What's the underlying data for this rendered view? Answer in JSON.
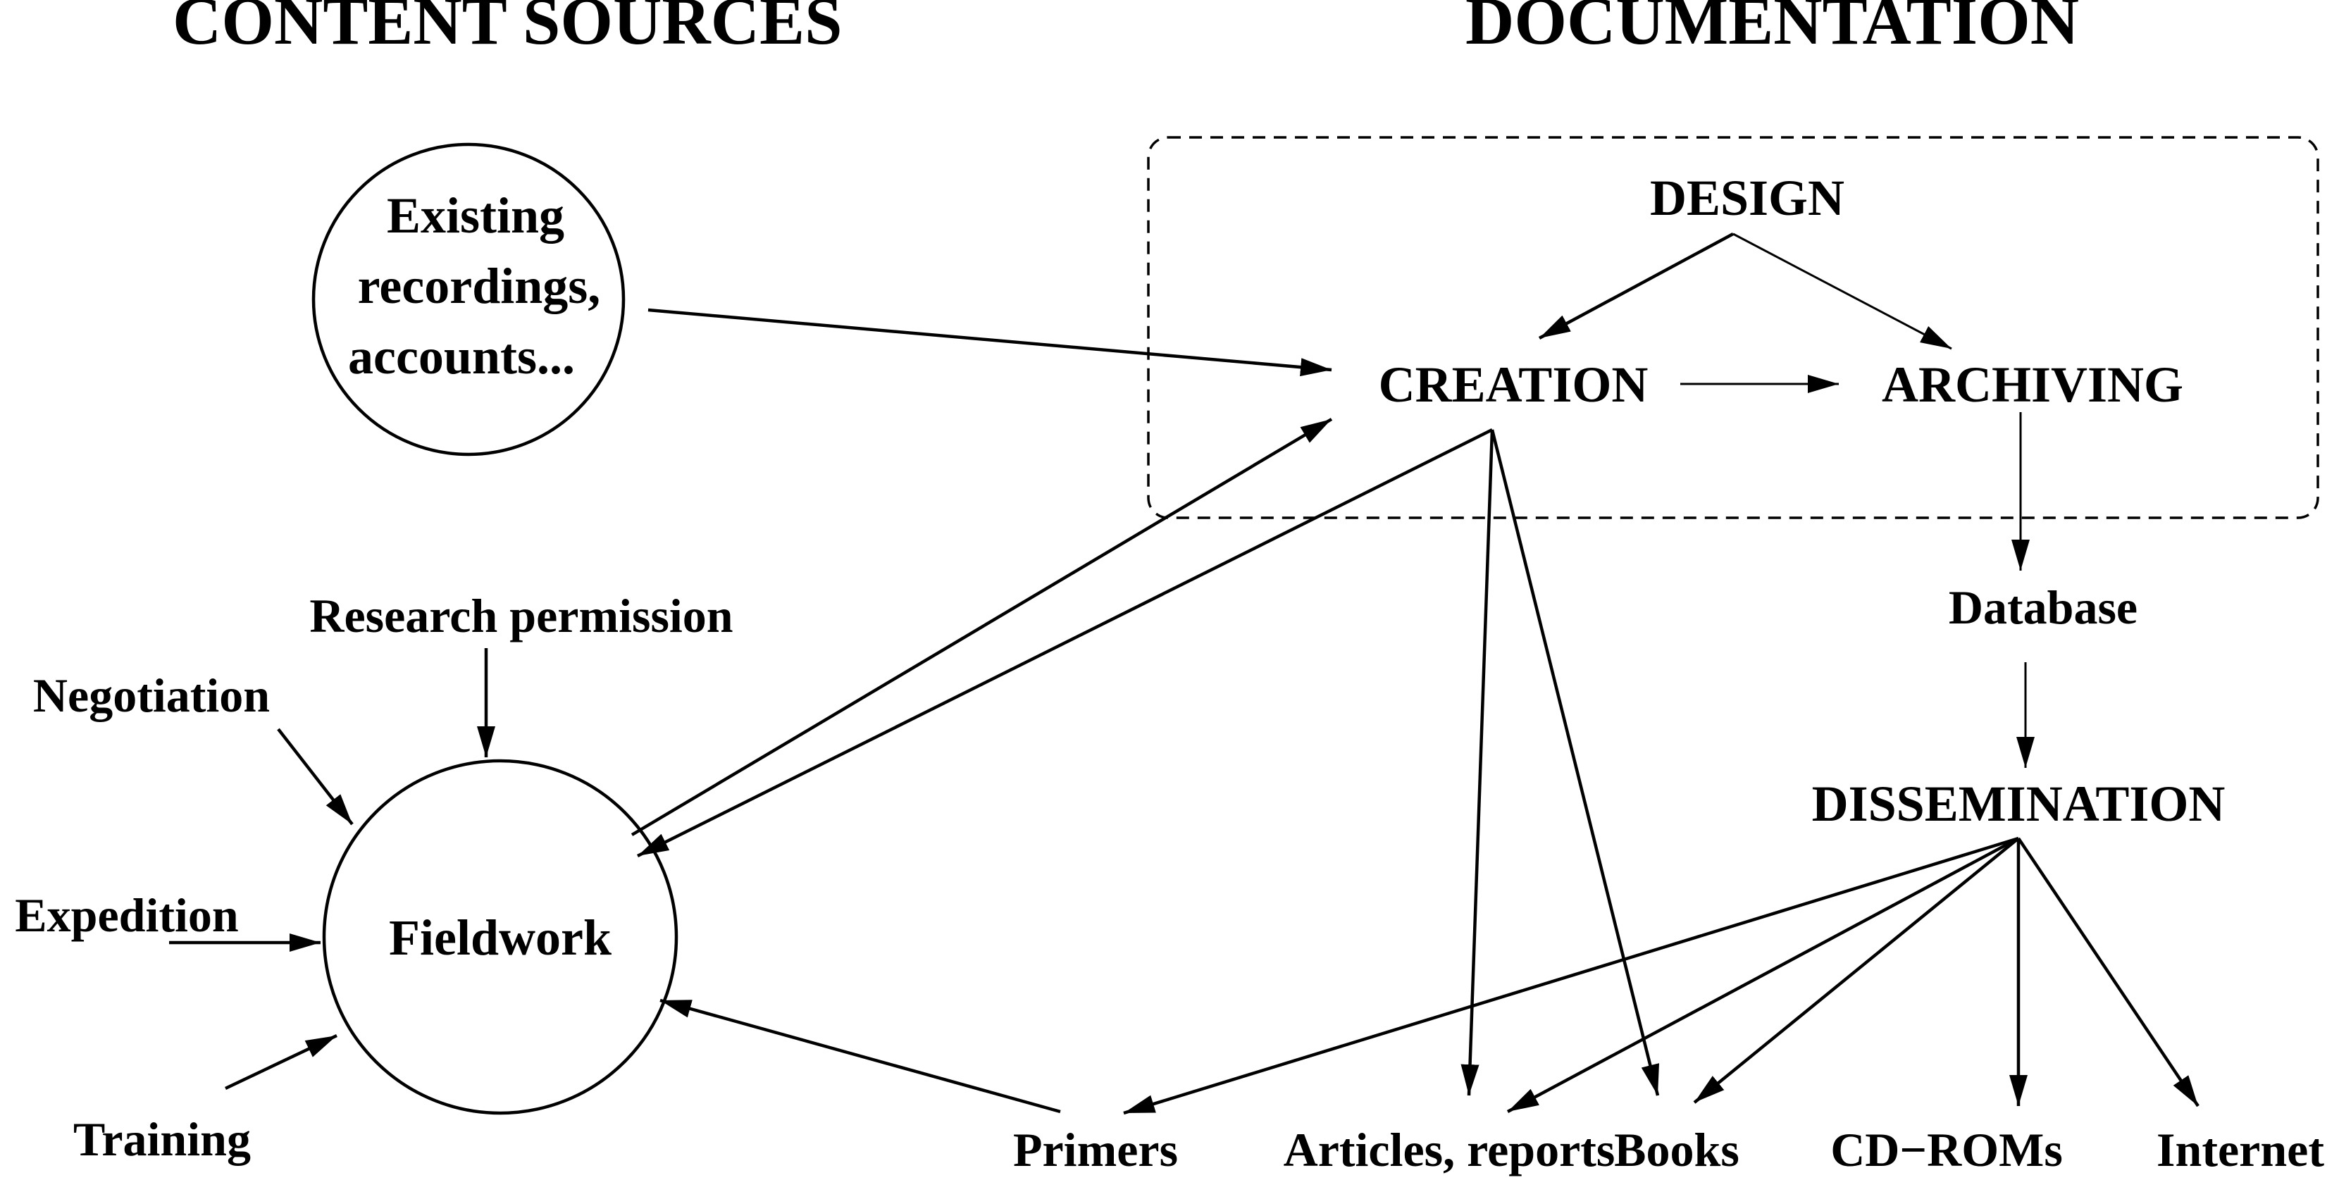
{
  "headings": {
    "content_sources": "CONTENT SOURCES",
    "documentation": "DOCUMENTATION"
  },
  "sources": {
    "existing": [
      "Existing",
      "recordings,",
      "accounts..."
    ],
    "fieldwork": "Fieldwork",
    "research_permission": "Research permission",
    "negotiation": "Negotiation",
    "expedition": "Expedition",
    "training": "Training"
  },
  "documentation": {
    "design": "DESIGN",
    "creation": "CREATION",
    "archiving": "ARCHIVING",
    "database": "Database",
    "dissemination": "DISSEMINATION"
  },
  "outputs": {
    "primers": "Primers",
    "articles": "Articles, reports",
    "books": "Books",
    "cdroms": "CD−ROMs",
    "internet": "Internet"
  }
}
